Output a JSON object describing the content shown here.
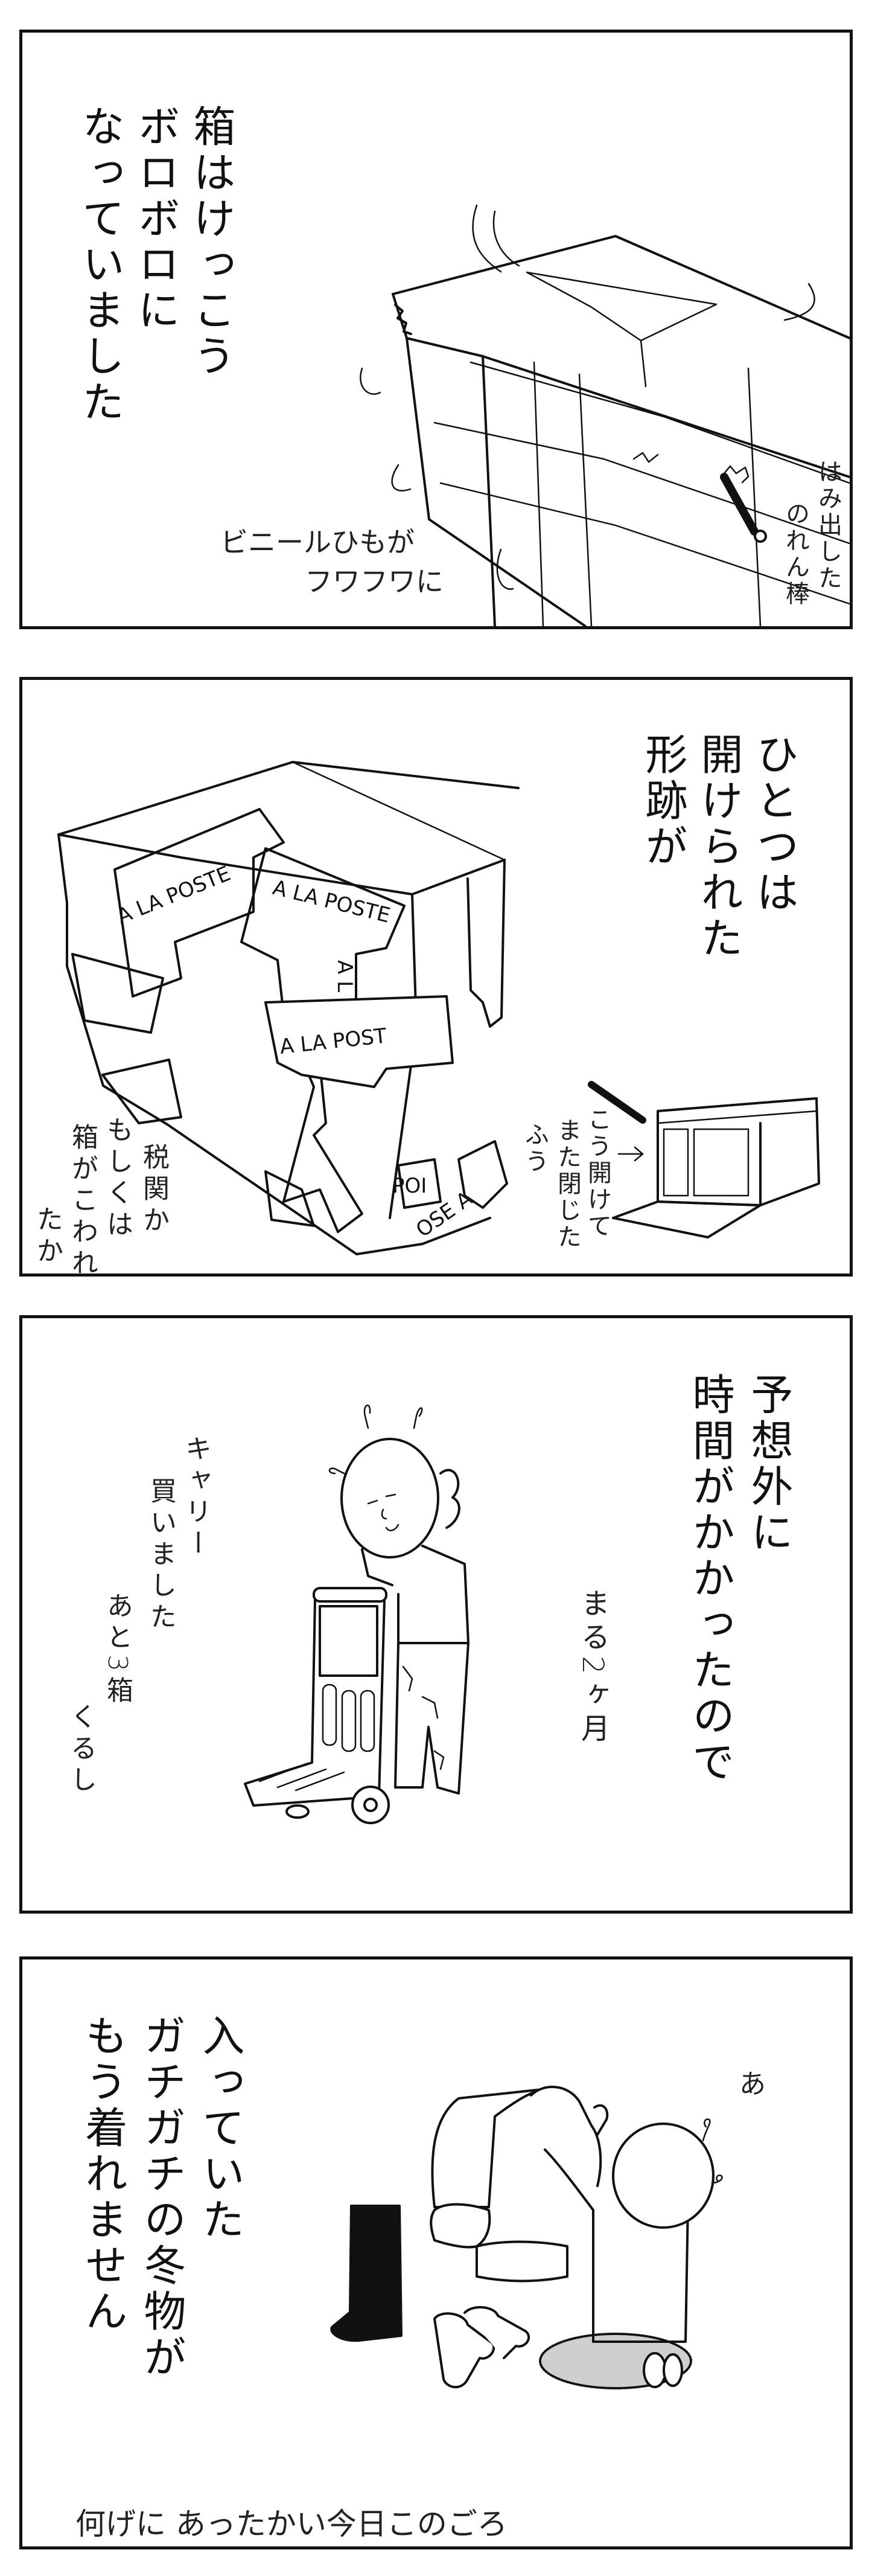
{
  "panels": [
    {
      "main_text": [
        "箱はけっこう",
        "ボロボロに",
        "なっていました"
      ],
      "notes": {
        "string_line1": "ビニールひもが",
        "string_line2": "フワフワに",
        "rod_line1": "はみ出した",
        "rod_line2": "のれん棒"
      }
    },
    {
      "main_text": [
        "ひとつは",
        "開けられた",
        "形跡が"
      ],
      "notes": {
        "customs": [
          "税関か",
          "もしくは",
          "箱がこわれ",
          "たか"
        ],
        "reopened": [
          "こう開けて",
          "また閉じた",
          "ふう"
        ]
      },
      "box_labels": [
        "A LA POSTE",
        "A LA POSTE",
        "A LA POST",
        "POI",
        "OSE A",
        "A L"
      ]
    },
    {
      "main_text": [
        "予想外に",
        "時間がかかったので"
      ],
      "notes": {
        "duration": "まる2ヶ月",
        "cart": [
          "キャリー",
          "買いました",
          "あと3箱",
          "くるし"
        ]
      }
    },
    {
      "main_text": [
        "入っていた",
        "ガチガチの冬物が",
        "もう着れません"
      ],
      "notes": {
        "exclaim": "あ",
        "caption": "何げに あったかい今日このごろ"
      }
    }
  ]
}
